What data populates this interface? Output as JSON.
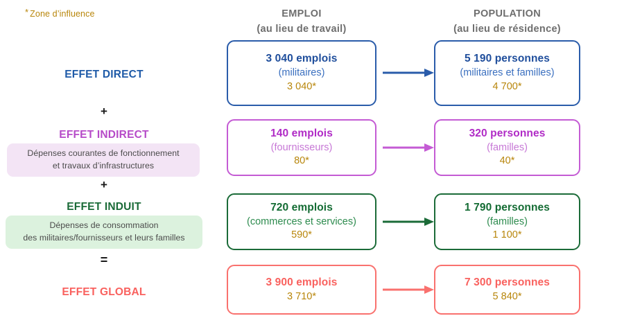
{
  "footnote": {
    "star": "*",
    "text": "Zone d’influence",
    "color": "#B8860B"
  },
  "columns": {
    "emploi": {
      "title": "EMPLOI",
      "subtitle": "(au lieu de travail)"
    },
    "population": {
      "title": "POPULATION",
      "subtitle": "(au lieu de résidence)"
    }
  },
  "effects": [
    {
      "id": "direct",
      "label": "EFFET DIRECT",
      "color": "#1F5BA8",
      "description": null,
      "operator_after": "+"
    },
    {
      "id": "indirect",
      "label": "EFFET INDIRECT",
      "color": "#B64BC8",
      "description": "Dépenses courantes de fonctionnement et travaux d’infrastructures",
      "description_line1": "Dépenses courantes de fonctionnement",
      "description_line2": "et travaux d’infrastructures",
      "description_bg": "#F3E4F5",
      "operator_after": "+"
    },
    {
      "id": "induit",
      "label": "EFFET INDUIT",
      "color": "#1B6B38",
      "description": "Dépenses de consommation des militaires/fournisseurs et leurs familles",
      "description_line1": "Dépenses de consommation",
      "description_line2": "des militaires/fournisseurs et leurs familles",
      "description_bg": "#DCF2DE",
      "operator_after": "="
    },
    {
      "id": "global",
      "label": "EFFET GLOBAL",
      "color": "#F9615E",
      "description": null,
      "operator_after": null
    }
  ],
  "operators": {
    "plus1": "+",
    "plus2": "+",
    "equals": "="
  },
  "rows": [
    {
      "effect": "direct",
      "accent": "#2A5CAA",
      "arrow_color": "#2A5CAA",
      "emploi": {
        "main": "3 040 emplois",
        "sub": "(militaires)",
        "star_value": "3 040*"
      },
      "population": {
        "main": "5 190 personnes",
        "sub": "(militaires et familles)",
        "star_value": "4 700*"
      }
    },
    {
      "effect": "indirect",
      "accent": "#C45BD4",
      "arrow_color": "#C45BD4",
      "emploi": {
        "main": "140 emplois",
        "sub": "(fournisseurs)",
        "star_value": "80*"
      },
      "population": {
        "main": "320 personnes",
        "sub": "(familles)",
        "star_value": "40*"
      }
    },
    {
      "effect": "induit",
      "accent": "#1B6B38",
      "arrow_color": "#1B6B38",
      "emploi": {
        "main": "720 emplois",
        "sub": "(commerces et services)",
        "star_value": "590*"
      },
      "population": {
        "main": "1 790 personnes",
        "sub": "(familles)",
        "star_value": "1 100*"
      }
    },
    {
      "effect": "global",
      "accent": "#F9716E",
      "arrow_color": "#F9716E",
      "emploi": {
        "main": "3 900 emplois",
        "sub": null,
        "star_value": "3 710*"
      },
      "population": {
        "main": "7 300 personnes",
        "sub": null,
        "star_value": "5 840*"
      }
    }
  ]
}
